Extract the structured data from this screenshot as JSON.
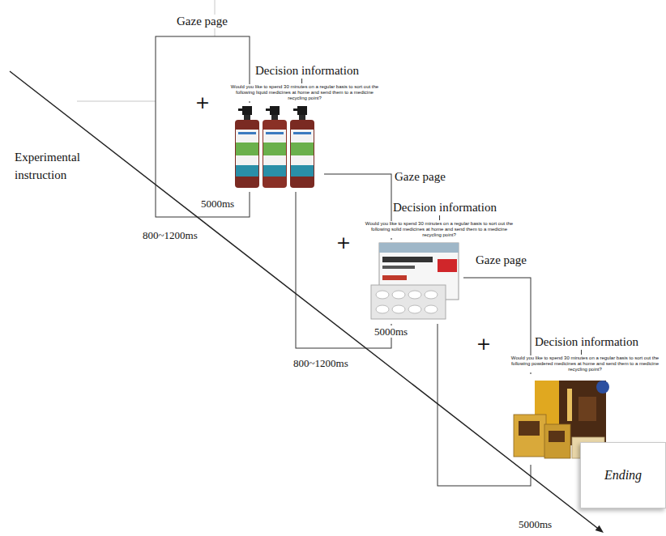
{
  "diagram": {
    "nodes": [
      {
        "text": [
          "Experimental instruction"
        ]
      },
      {
        "text": [
          "Gaze page",
          "+"
        ]
      },
      {
        "text": [
          "Decision information",
          "Would you like to spend 30 minutes on a regular basis to sort out the following liquid medicines at home and send them to a medicine recycling point?"
        ]
      },
      {
        "text": [
          "Gaze page",
          "+"
        ]
      },
      {
        "text": [
          "Decision information",
          "Would you like to spend 30 minutes on a regular basis to sort out the following solid medicines at home and send them to a medicine recycling point?"
        ]
      },
      {
        "text": [
          "Gaze page",
          "+"
        ]
      },
      {
        "text": [
          "Decision information",
          "Would you like to spend 30 minutes on a regular basis to sort out the following powdered medicines at home and send them to a medicine recycling point?"
        ]
      },
      {
        "text": [
          "Ending"
        ]
      }
    ],
    "labels": [
      "800~1200ms",
      "5000ms",
      "800~1200ms",
      "5000ms",
      "5000ms"
    ]
  }
}
